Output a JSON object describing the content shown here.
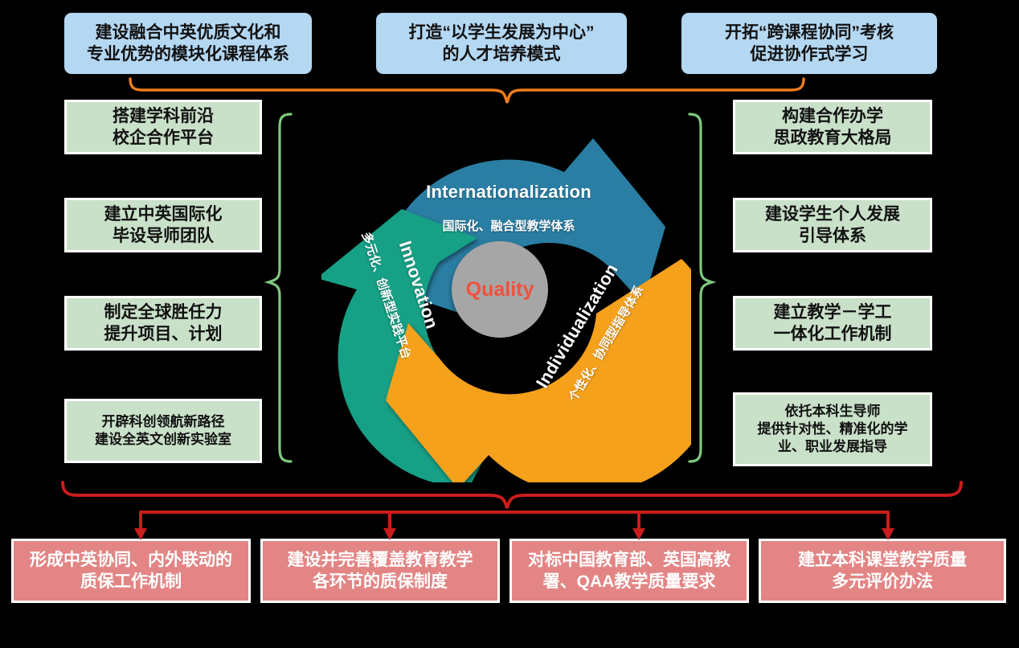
{
  "diagram": {
    "title_row": {
      "items": [
        {
          "id": "module-course-system",
          "text": "建设融合中英优质文化和\n专业优势的模块化课程体系"
        },
        {
          "id": "student-centered-model",
          "text": "打造“以学生发展为中心”\n的人才培养模式"
        },
        {
          "id": "cross-curricular-assessment",
          "text": "开拓“跨课程协同”考核\n促进协作式学习"
        }
      ],
      "color": "#b4d7f2",
      "connector_color": "#ed7d1a"
    },
    "left_column": {
      "color": "#c9e0c9",
      "connector_color": "#7ec97e",
      "items": [
        {
          "id": "school-enterprise-platform",
          "text": "搭建学科前沿\n校企合作平台",
          "size": "normal"
        },
        {
          "id": "sino-uk-thesis-mentors",
          "text": "建立中英国际化\n毕设导师团队",
          "size": "normal"
        },
        {
          "id": "global-competency-program",
          "text": "制定全球胜任力\n提升项目、计划",
          "size": "normal"
        },
        {
          "id": "innovation-lab",
          "text": "开辟科创领航新路径\n建设全英文创新实验室",
          "size": "small"
        }
      ]
    },
    "right_column": {
      "color": "#c9e0c9",
      "connector_color": "#7ec97e",
      "items": [
        {
          "id": "ideological-education-framework",
          "text": "构建合作办学\n思政教育大格局",
          "size": "normal"
        },
        {
          "id": "student-development-guidance",
          "text": "建设学生个人发展\n引导体系",
          "size": "normal"
        },
        {
          "id": "teaching-student-affairs-mechanism",
          "text": "建立教学－学工\n一体化工作机制",
          "size": "normal"
        },
        {
          "id": "undergraduate-tutor-guidance",
          "text": "依托本科生导师\n提供针对性、精准化的学\n业、职业发展指导",
          "size": "small"
        }
      ]
    },
    "bottom_row": {
      "color": "#e38585",
      "connector_color": "#c91c1c",
      "items": [
        {
          "id": "qa-working-mechanism",
          "text": "形成中英协同、内外联动的\n质保工作机制"
        },
        {
          "id": "qa-system-all-stages",
          "text": "建设并完善覆盖教育教学\n各环节的质保制度"
        },
        {
          "id": "benchmark-moe-qaa",
          "text": "对标中国教育部、英国高教\n署、QAA教学质量要求"
        },
        {
          "id": "multi-dimensional-evaluation",
          "text": "建立本科课堂教学质量\n多元评价办法"
        }
      ]
    },
    "wheel": {
      "center": {
        "id": "quality-core",
        "label": "Quality",
        "color": "#a6a6a6",
        "text_color": "#f2503c"
      },
      "segments": [
        {
          "id": "internationalization",
          "title_en": "Internationalization",
          "title_cn": "国际化、融合型教学体系",
          "color": "#2a7ea3"
        },
        {
          "id": "innovation",
          "title_en": "Innovation",
          "title_cn": "多元化、创新型实践平台",
          "color": "#16a085"
        },
        {
          "id": "individualization",
          "title_en": "Individualization",
          "title_cn": "个性化、协同型指导体系",
          "color": "#f5a11b"
        }
      ]
    }
  }
}
